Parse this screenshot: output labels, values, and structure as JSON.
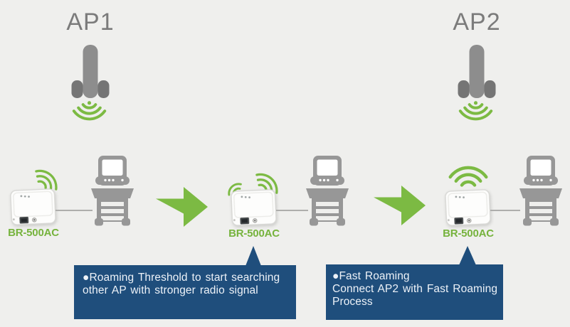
{
  "diagram": {
    "ap1": {
      "label": "AP1"
    },
    "ap2": {
      "label": "AP2"
    },
    "devices": [
      {
        "label": "BR-500AC"
      },
      {
        "label": "BR-500AC"
      },
      {
        "label": "BR-500AC"
      }
    ],
    "callouts": [
      {
        "line1": "●Roaming Threshold to start searching",
        "line2": "other AP with stronger radio signal"
      },
      {
        "line1": "●Fast Roaming",
        "line2": "Connect AP2 with Fast Roaming",
        "line3": "Process"
      }
    ],
    "colors": {
      "green": "#7cba43",
      "gray_icon": "#8d8d8d",
      "gray_dark": "#757575",
      "cart_gray": "#979797",
      "callout_blue": "#1f4e7c",
      "label_green": "#76b33d",
      "ap_text_gray": "#7b7b7b",
      "background": "#efefed"
    },
    "icons": {
      "access_point": "access-point-icon",
      "wifi": "wifi-signal-icon",
      "device": "br500ac-device-icon",
      "cart": "medical-cart-icon",
      "arrow": "arrow-right-icon"
    }
  }
}
